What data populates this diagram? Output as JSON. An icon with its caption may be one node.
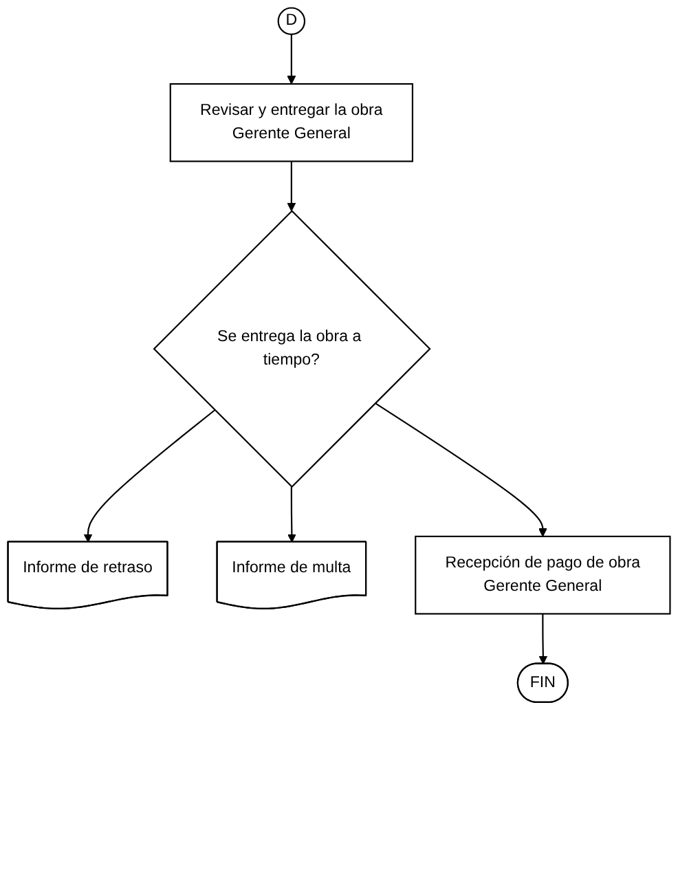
{
  "diagram": {
    "nodes": [
      {
        "text": [
          "D"
        ]
      },
      {
        "text": [
          "Revisar y entregar la obra",
          "Gerente General"
        ]
      },
      {
        "text": [
          "Se entrega la obra a tiempo?"
        ]
      },
      {
        "text": [
          "Informe de retraso"
        ]
      },
      {
        "text": [
          "Informe de multa"
        ]
      },
      {
        "text": [
          "Recepción de pago de obra",
          "Gerente General"
        ]
      },
      {
        "text": [
          "FIN"
        ]
      }
    ],
    "edges": [
      {
        "from": 0,
        "to": 1,
        "arrow": "to"
      },
      {
        "from": 1,
        "to": 2,
        "arrow": "to"
      },
      {
        "from": 2,
        "to": 3,
        "arrow": "to"
      },
      {
        "from": 2,
        "to": 4,
        "arrow": "to"
      },
      {
        "from": 2,
        "to": 5,
        "arrow": "to"
      },
      {
        "from": 5,
        "to": 6,
        "arrow": "to"
      }
    ]
  }
}
